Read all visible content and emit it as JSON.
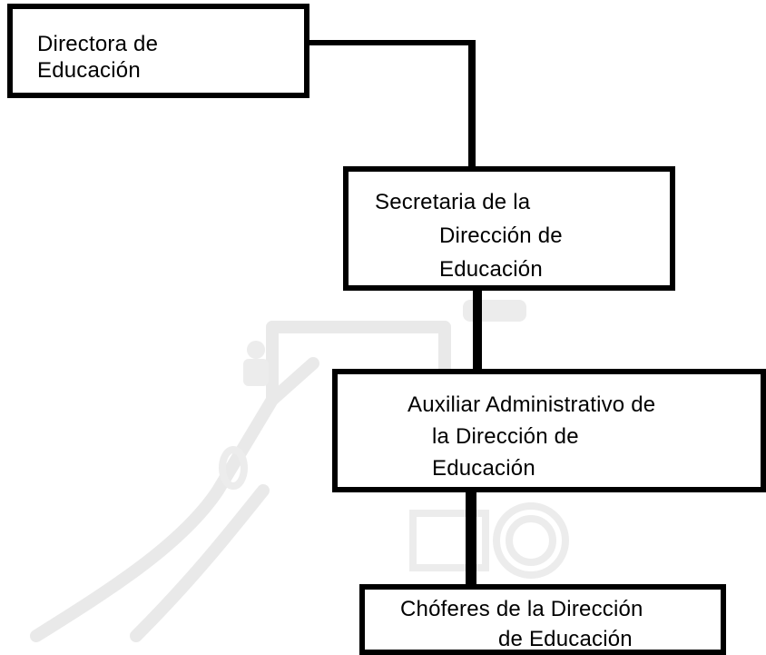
{
  "diagram": {
    "nodes": {
      "director": {
        "lines": [
          "Directora de",
          "Educación"
        ]
      },
      "secretary": {
        "lines": [
          "Secretaria de la",
          "Dirección de",
          "Educación"
        ]
      },
      "assistant": {
        "lines": [
          "Auxiliar Administrativo de",
          "la Dirección de",
          "Educación"
        ]
      },
      "drivers": {
        "lines": [
          "Chóferes de la Dirección",
          "de Educación"
        ]
      }
    }
  },
  "colors": {
    "stroke": "#000000",
    "background": "#ffffff",
    "watermark": "#e9e9e9"
  }
}
